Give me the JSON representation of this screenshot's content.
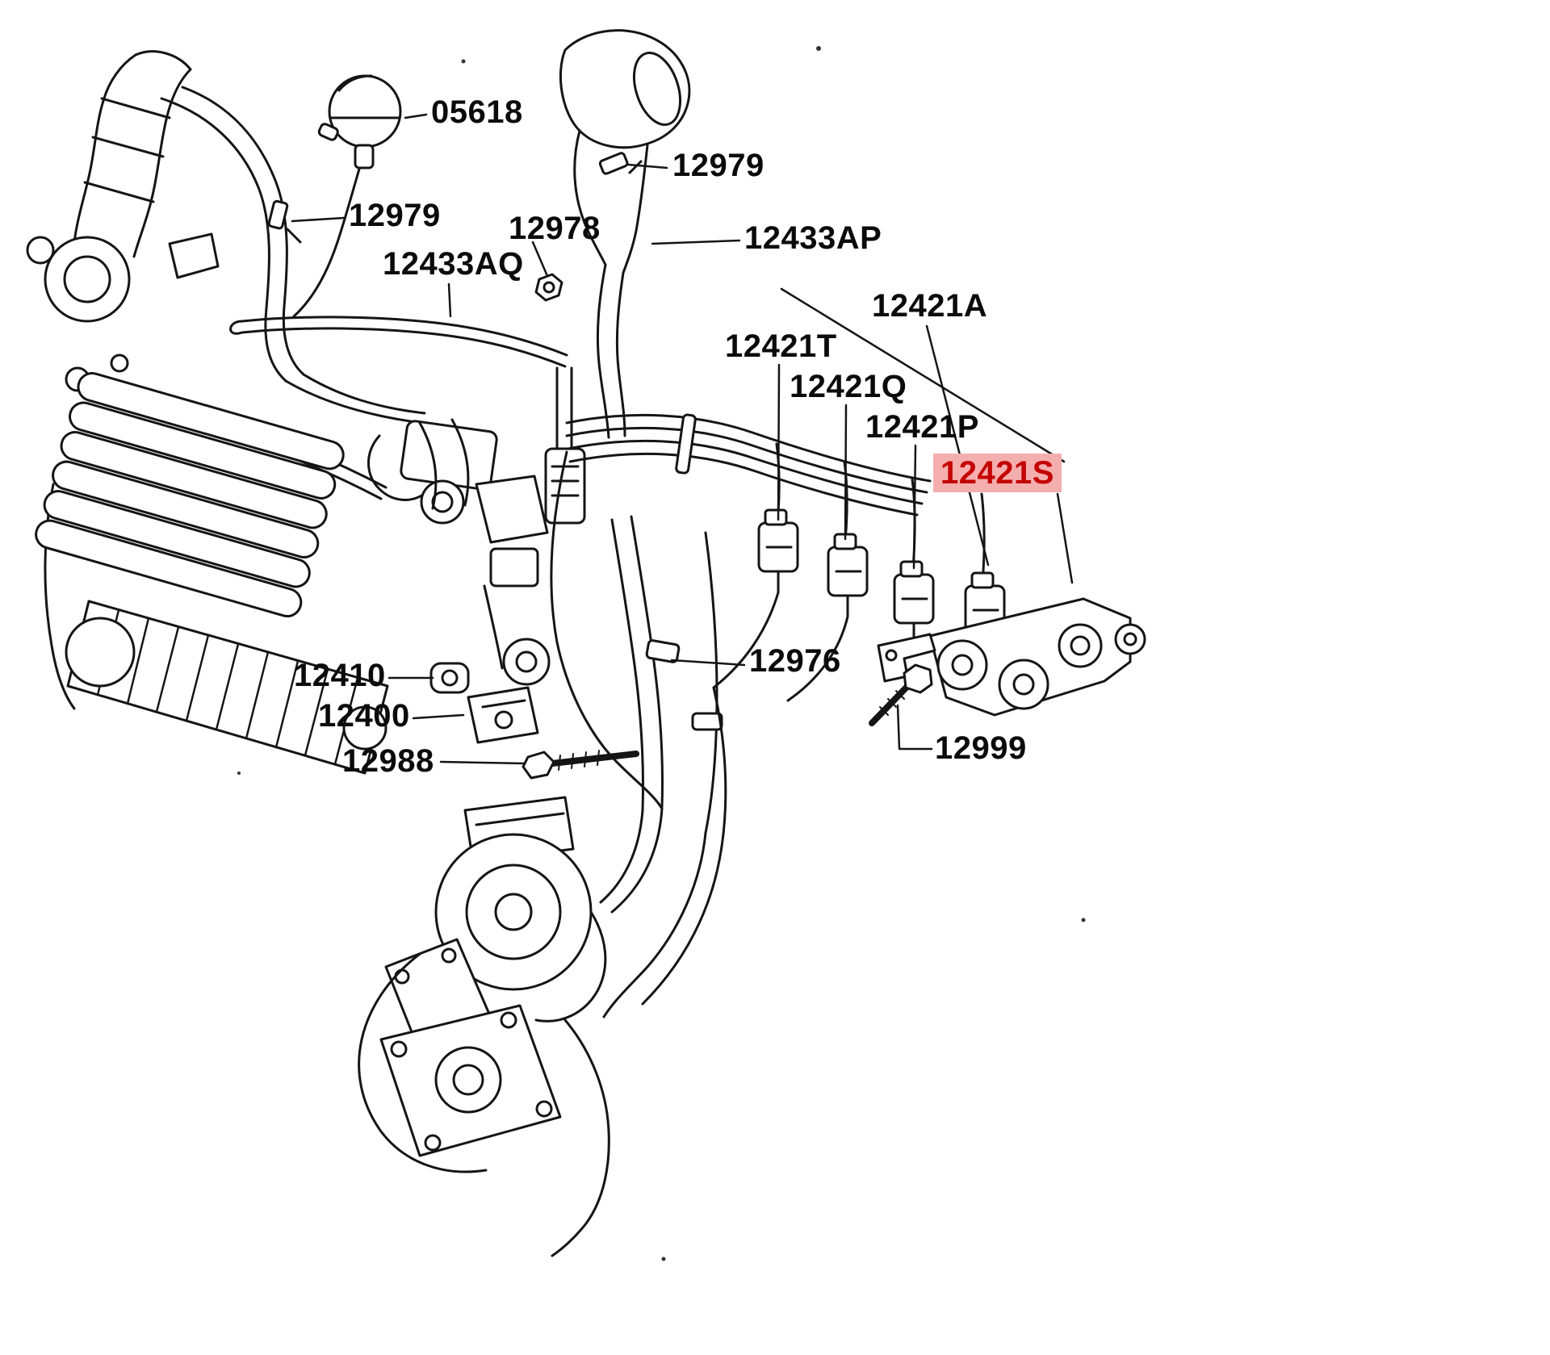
{
  "diagram": {
    "background_color": "#ffffff",
    "line_color": "#151515",
    "label_text_color": "#0b0b0b",
    "highlight": {
      "background": "#f5aeae",
      "text_color": "#c40000"
    },
    "labels": [
      {
        "id": "05618",
        "text": "05618",
        "highlighted": false
      },
      {
        "id": "12979-upper",
        "text": "12979",
        "highlighted": false
      },
      {
        "id": "12979-left",
        "text": "12979",
        "highlighted": false
      },
      {
        "id": "12978",
        "text": "12978",
        "highlighted": false
      },
      {
        "id": "12433AQ",
        "text": "12433AQ",
        "highlighted": false
      },
      {
        "id": "12433AP",
        "text": "12433AP",
        "highlighted": false
      },
      {
        "id": "12421T",
        "text": "12421T",
        "highlighted": false
      },
      {
        "id": "12421Q",
        "text": "12421Q",
        "highlighted": false
      },
      {
        "id": "12421P",
        "text": "12421P",
        "highlighted": false
      },
      {
        "id": "12421A",
        "text": "12421A",
        "highlighted": false
      },
      {
        "id": "12421S",
        "text": "12421S",
        "highlighted": true
      },
      {
        "id": "12410",
        "text": "12410",
        "highlighted": false
      },
      {
        "id": "12400",
        "text": "12400",
        "highlighted": false
      },
      {
        "id": "12988",
        "text": "12988",
        "highlighted": false
      },
      {
        "id": "12976",
        "text": "12976",
        "highlighted": false
      },
      {
        "id": "12999",
        "text": "12999",
        "highlighted": false
      }
    ]
  }
}
